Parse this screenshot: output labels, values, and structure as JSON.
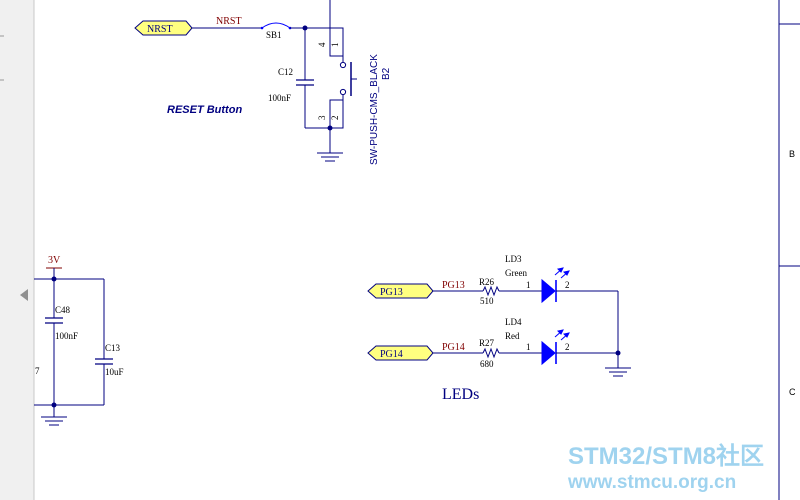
{
  "schematic": {
    "reset_block": {
      "net_port": "NRST",
      "net_label": "NRST",
      "solder_bridge": "SB1",
      "capacitor_ref": "C12",
      "capacitor_value": "100nF",
      "switch_pins": [
        "4",
        "1",
        "3",
        "2"
      ],
      "switch_part": "SW-PUSH-CMS_BLACK",
      "switch_ref": "B2",
      "section_title": "RESET Button"
    },
    "power_block": {
      "rail_label": "3V",
      "cap1_ref": "C48",
      "cap1_value": "100nF",
      "cap2_ref": "C13",
      "cap2_value": "10uF",
      "clipped_glyph": "7"
    },
    "led_block": {
      "section_title": "LEDs",
      "rows": [
        {
          "port": "PG13",
          "net": "PG13",
          "resistor_ref": "R26",
          "resistor_value": "510",
          "led_ref": "LD3",
          "led_color": "Green",
          "pin_a": "1",
          "pin_k": "2"
        },
        {
          "port": "PG14",
          "net": "PG14",
          "resistor_ref": "R27",
          "resistor_value": "680",
          "led_ref": "LD4",
          "led_color": "Red",
          "pin_a": "1",
          "pin_k": "2"
        }
      ]
    },
    "border": {
      "zone_b": "B",
      "zone_c": "C"
    },
    "watermark": {
      "line1": "STM32/STM8社区",
      "line2": "www.stmcu.org.cn"
    },
    "colors": {
      "wire": "#000080",
      "net_label": "#800000",
      "port_fill": "#ffff80",
      "component": "#0000ff",
      "junction": "#000080",
      "watermark": "#9fd3ef"
    }
  }
}
